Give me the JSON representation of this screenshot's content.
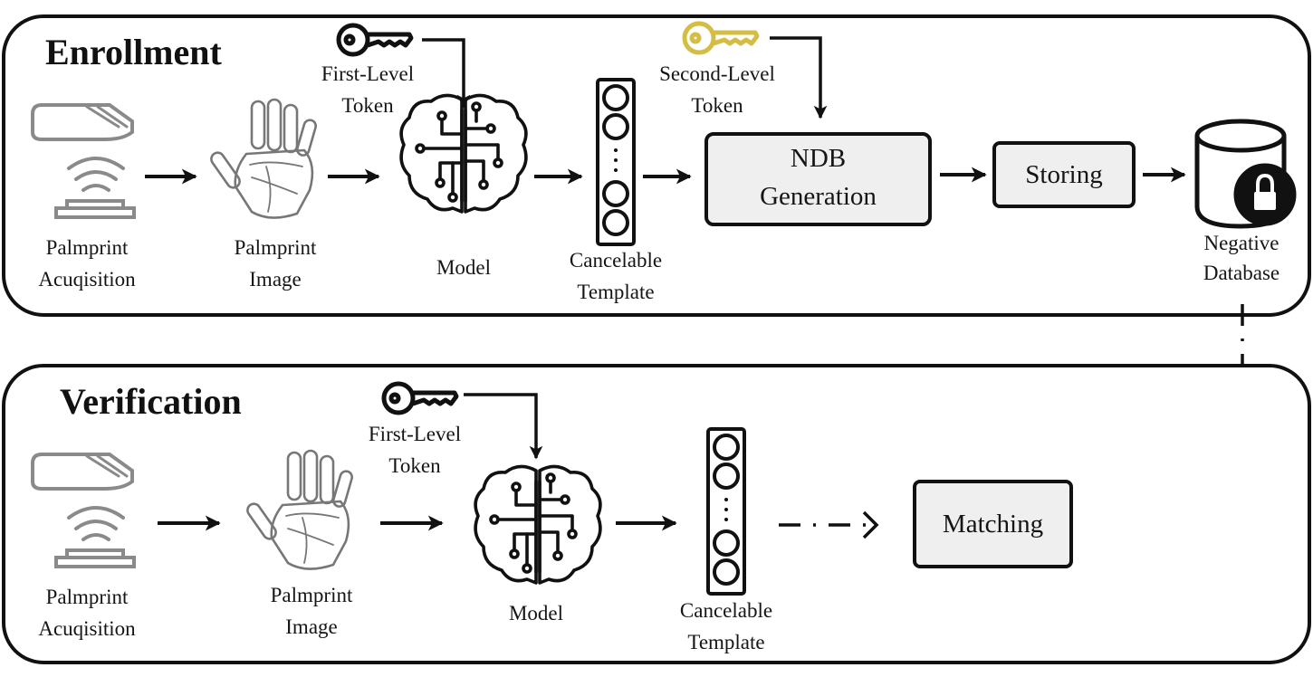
{
  "enrollment": {
    "title": "Enrollment",
    "acquisition_label": [
      "Palmprint",
      "Acuqisition"
    ],
    "image_label": [
      "Palmprint",
      "Image"
    ],
    "token1_label": [
      "First-Level",
      "Token"
    ],
    "model_label": "Model",
    "template_label": [
      "Cancelable",
      "Template"
    ],
    "token2_label": [
      "Second-Level",
      "Token"
    ],
    "ndb_label": [
      "NDB",
      "Generation"
    ],
    "storing_label": "Storing",
    "database_label": [
      "Negative",
      "Database"
    ]
  },
  "verification": {
    "title": "Verification",
    "acquisition_label": [
      "Palmprint",
      "Acuqisition"
    ],
    "image_label": [
      "Palmprint",
      "Image"
    ],
    "token1_label": [
      "First-Level",
      "Token"
    ],
    "model_label": "Model",
    "template_label": [
      "Cancelable",
      "Template"
    ],
    "matching_label": "Matching"
  },
  "colors": {
    "stroke": "#111111",
    "box_fill": "#efefef",
    "key_first_level": "#111111",
    "key_second_level": "#d4bd45",
    "icon_gray": "#8a8a8a"
  }
}
